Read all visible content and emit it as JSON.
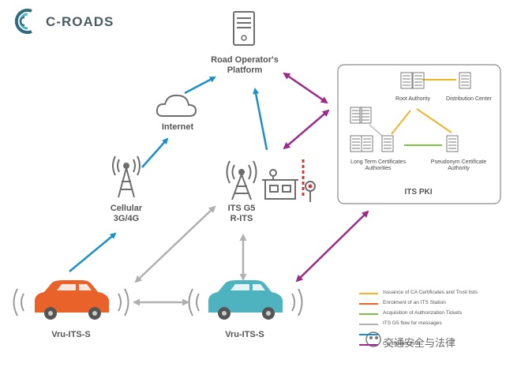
{
  "brand": {
    "name": "C-ROADS"
  },
  "nodes": {
    "platform": "Road Operator's\nPlatform",
    "internet": "Internet",
    "cellular": "Cellular\n3G/4G",
    "its_g5": "ITS G5\nR-ITS",
    "vru_left": "Vru-ITS-S",
    "vru_right": "Vru-ITS-S"
  },
  "pki": {
    "title": "ITS PKI",
    "root": "Root Authority",
    "distribution": "Distribution Center",
    "ltca": "Long Term Certificates\nAuthorities",
    "pca": "Pseudonym Certificate\nAuthority"
  },
  "legend": [
    {
      "label": "Issuance of CA Certificates and Trust lists",
      "color": "#f0b429"
    },
    {
      "label": "Enrolment of an ITS Station",
      "color": "#e8622a"
    },
    {
      "label": "Acquisition of Authorization Tickets",
      "color": "#7dc242"
    },
    {
      "label": "ITS G5 flow for messages",
      "color": "#b0b0b0"
    },
    {
      "label": "",
      "color": "#1a8fc9"
    },
    {
      "label": "Certificates flow",
      "color": "#9b2a8a"
    }
  ],
  "watermark": "交通安全与法律",
  "colors": {
    "blue": "#1a8fc9",
    "purple": "#9b2a8a",
    "gray": "#b0b0b0",
    "yellow": "#f0b429",
    "green": "#7dc242",
    "car_left": "#e8622a",
    "car_right": "#4fb3bf",
    "icon": "#6d6d6d",
    "logo": "#2f6b7c"
  }
}
